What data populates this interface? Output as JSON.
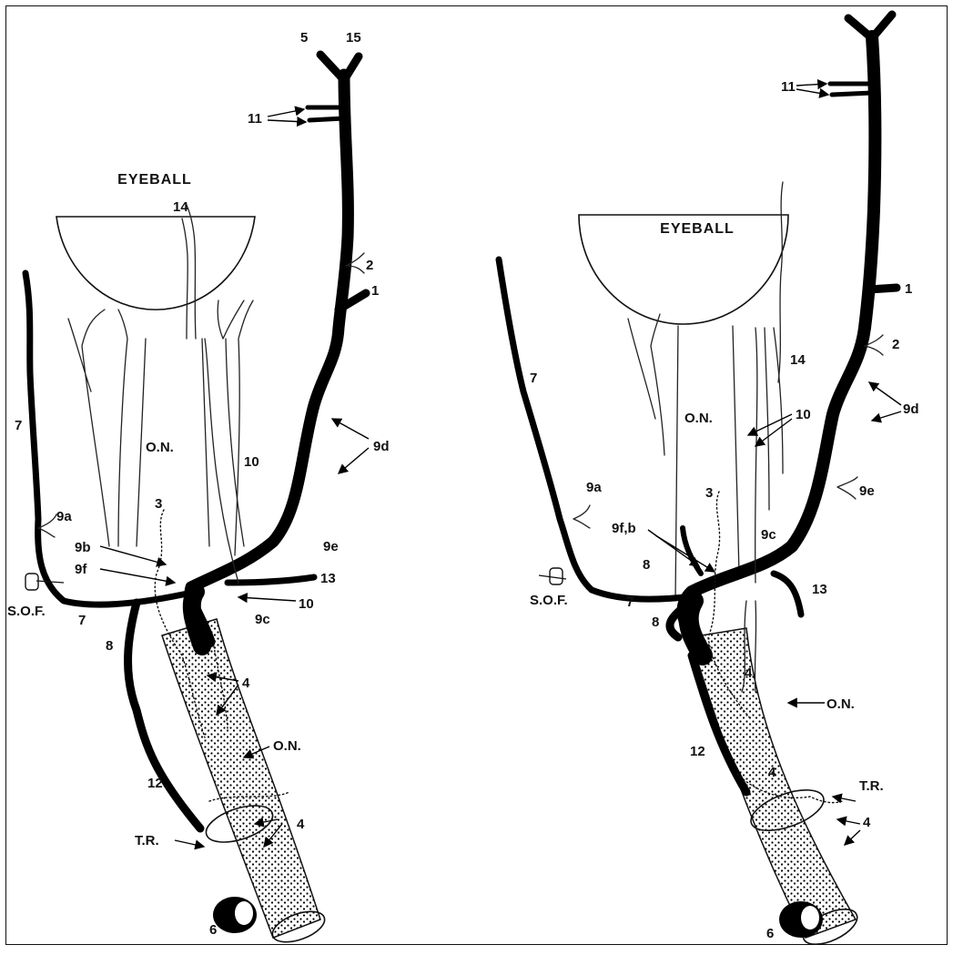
{
  "left_panel": {
    "eyeball_label": "EYEBALL",
    "labels": {
      "l5": "5",
      "l15": "15",
      "l11": "11",
      "l14": "14",
      "l2": "2",
      "l1": "1",
      "l7": "7",
      "on_top": "O.N.",
      "l10_top": "10",
      "l9d": "9d",
      "l9a": "9a",
      "l3": "3",
      "l9e": "9e",
      "l9b": "9b",
      "l9f": "9f",
      "l13": "13",
      "sof": "S.O.F.",
      "l7_bottom": "7",
      "l10_bottom": "10",
      "l9c": "9c",
      "l8": "8",
      "l4_top": "4",
      "on_bottom": "O.N.",
      "l12": "12",
      "l4_bottom": "4",
      "tr": "T.R.",
      "l6": "6"
    }
  },
  "right_panel": {
    "eyeball_label": "EYEBALL",
    "labels": {
      "l11": "11",
      "l1": "1",
      "l2": "2",
      "l7": "7",
      "l14": "14",
      "on_top": "O.N.",
      "l10": "10",
      "l9d": "9d",
      "l9a": "9a",
      "l9e": "9e",
      "l3": "3",
      "l9fb": "9f,b",
      "l9c": "9c",
      "l8_top": "8",
      "sof": "S.O.F.",
      "l7_bottom": "7",
      "l13": "13",
      "l8_bottom": "8",
      "l4_mid": "4",
      "on_bottom": "O.N.",
      "l12": "12",
      "l4_low": "4",
      "tr": "T.R.",
      "l4_right": "4",
      "l6": "6"
    }
  }
}
